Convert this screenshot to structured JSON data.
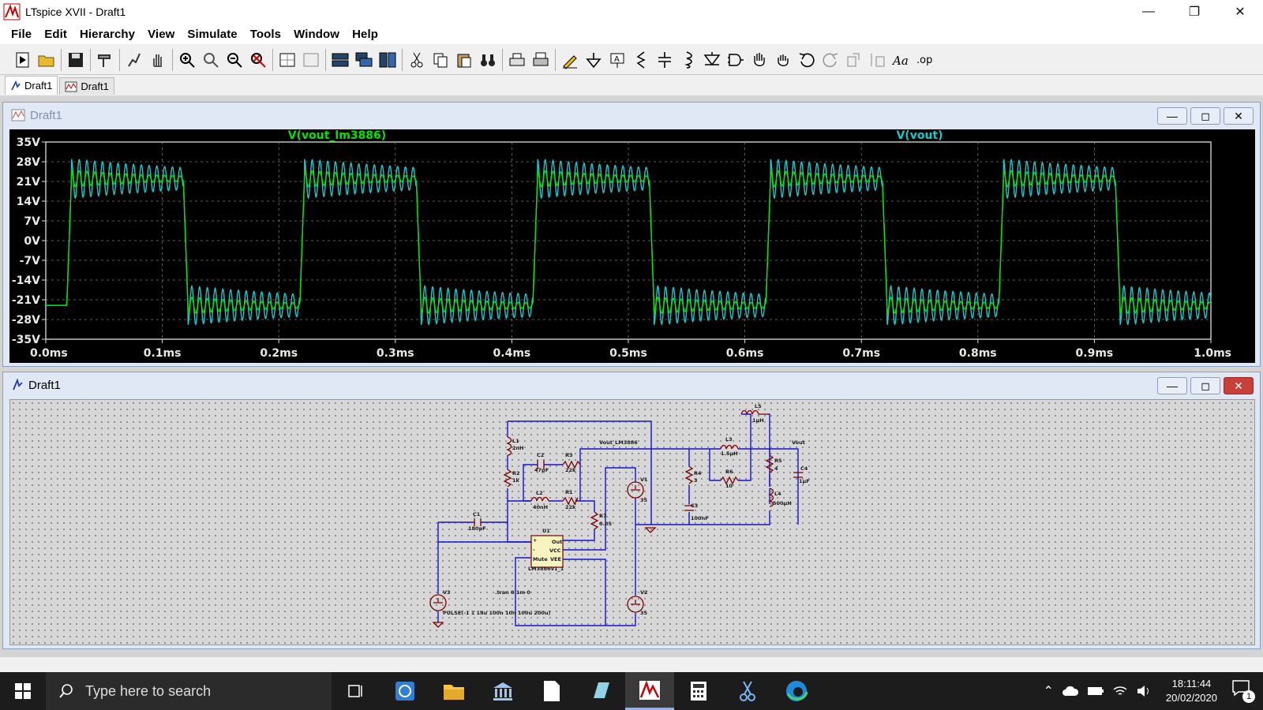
{
  "window": {
    "title": "LTspice XVII - Draft1",
    "minimize": "—",
    "maximize": "❐",
    "close": "✕"
  },
  "menus": [
    "File",
    "Edit",
    "Hierarchy",
    "View",
    "Simulate",
    "Tools",
    "Window",
    "Help"
  ],
  "tabs": [
    {
      "label": "Draft1",
      "icon": "schematic-icon"
    },
    {
      "label": "Draft1",
      "icon": "waveform-icon"
    }
  ],
  "plot_window": {
    "title": "Draft1",
    "btn_min": "—",
    "btn_max": "◻",
    "btn_close": "✕"
  },
  "schematic_window": {
    "title": "Draft1",
    "btn_min": "—",
    "btn_max": "◻",
    "btn_close": "✕"
  },
  "colors": {
    "trace1": "#00e600",
    "trace2": "#19c8c8",
    "grid": "#7a7a7a",
    "plotbg": "#000000",
    "wire": "#1414c8",
    "component": "#7a0000"
  },
  "chart_data": {
    "type": "line",
    "series": [
      {
        "name": "V(vout_lm3886)",
        "color": "#00e600"
      },
      {
        "name": "V(vout)",
        "color": "#19c8c8"
      }
    ],
    "y_ticks": [
      "35V",
      "28V",
      "21V",
      "14V",
      "7V",
      "0V",
      "-7V",
      "-14V",
      "-21V",
      "-28V",
      "-35V"
    ],
    "x_ticks": [
      "0.0ms",
      "0.1ms",
      "0.2ms",
      "0.3ms",
      "0.4ms",
      "0.5ms",
      "0.6ms",
      "0.7ms",
      "0.8ms",
      "0.9ms",
      "1.0ms"
    ],
    "ylim": [
      -35,
      35
    ],
    "xlim": [
      0,
      1.0
    ],
    "high_level": 22,
    "low_level": -23,
    "period_ms": 0.2,
    "first_rise_ms": 0.018,
    "first_fall_ms": 0.118,
    "grid": true,
    "legend_placement": "top"
  },
  "schematic": {
    "labels": {
      "L1": "L1",
      "L1v": "2nH",
      "R2": "R2",
      "R2v": "1k",
      "C2": "C2",
      "C2v": "47pF",
      "R3": "R3",
      "R3v": "22k",
      "L2": "L2",
      "L2v": "40nH",
      "R1": "R1",
      "R1v": "22k",
      "R7": "R7",
      "R7v": "0.05",
      "C1": "C1",
      "C1v": "180pF",
      "U1": "U1",
      "U1name": "LM3886v1_1",
      "pin_plus": "+",
      "pin_minus": "-",
      "pin_mute": "Mute",
      "pin_out": "Out",
      "pin_vcc": "VCC",
      "pin_vee": "VEE",
      "V1": "V1",
      "V1v": "35",
      "V2": "V2",
      "V2v": "35",
      "V3": "V3",
      "V3v": "PULSE(-1 1 18u 100n 10n 100u 200u)",
      "tran": ".tran 0 1m 0",
      "net1": "Vout_LM3886",
      "net2": "Vout",
      "R4": "R4",
      "R4v": "3",
      "C3": "C3",
      "C3v": "100nF",
      "L3": "L3",
      "L3v": "1.5µH",
      "R6": "R6",
      "R6v": "10",
      "L5": "L5",
      "L5v": "1µH",
      "R5": "R5",
      "R5v": "4",
      "L4": "L4",
      "L4v": "500µH",
      "C4": "C4",
      "C4v": "1µF"
    }
  },
  "taskbar": {
    "search_placeholder": "Type here to search",
    "time": "18:11:44",
    "date": "20/02/2020",
    "notifications": "1"
  }
}
